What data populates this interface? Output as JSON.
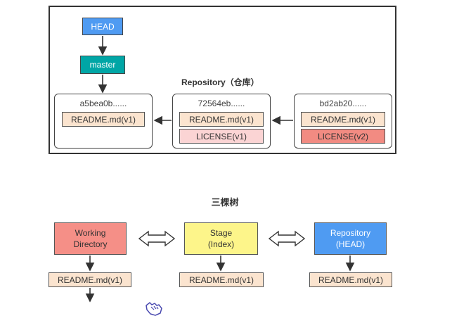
{
  "top": {
    "head_label": "HEAD",
    "master_label": "master",
    "repo_label": "Repository（仓库）",
    "commits": [
      {
        "id": "a5bea0b......",
        "files": [
          "README.md(v1)"
        ]
      },
      {
        "id": "72564eb......",
        "files": [
          "README.md(v1)",
          "LICENSE(v1)"
        ]
      },
      {
        "id": "bd2ab20......",
        "files": [
          "README.md(v1)",
          "LICENSE(v2)"
        ]
      }
    ]
  },
  "bottom": {
    "title": "三棵树",
    "trees": [
      {
        "line1": "Working",
        "line2": "Directory",
        "file": "README.md(v1)",
        "color": "#f58f87"
      },
      {
        "line1": "Stage",
        "line2": "(Index)",
        "file": "README.md(v1)",
        "color": "#fdf58a"
      },
      {
        "line1": "Repository",
        "line2": "(HEAD)",
        "file": "README.md(v1)",
        "color": "#4f9bf2"
      }
    ]
  },
  "icons": {
    "cursor": "hand-cursor-icon"
  }
}
